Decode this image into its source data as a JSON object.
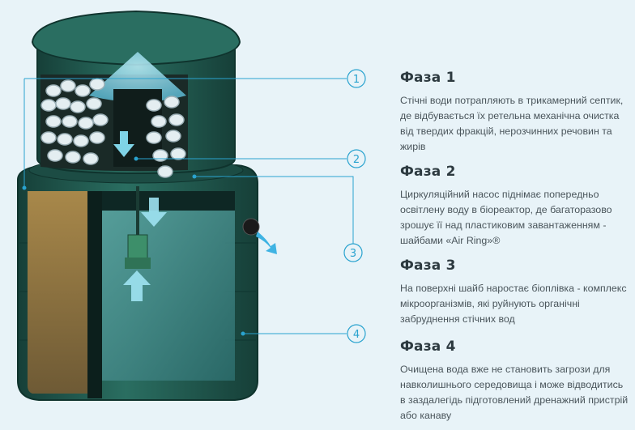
{
  "phases": [
    {
      "number": "1",
      "title": "Фаза 1",
      "text": "Стічні води потрапляють в трикамерний септик, де відбувається їх ретельна механічна очистка від твердих фракцій, нерозчинних речовин та жирів"
    },
    {
      "number": "2",
      "title": "Фаза 2",
      "text": "Циркуляційний насос піднімає попередньо освітлену воду в біореактор, де багаторазово зрошує її над пластиковим завантаженням - шайбами «Air Ring»®"
    },
    {
      "number": "3",
      "title": "Фаза 3",
      "text": "На поверхні шайб наростає біоплівка - комплекс мікроорганізмів, які руйнують органічні забруднення стічних вод"
    },
    {
      "number": "4",
      "title": "Фаза 4",
      "text": "Очищена вода вже не становить загрози для навколишнього середовища і може відводитись в заздалегідь підготовлений дренажний пристрій або канаву"
    }
  ],
  "colors": {
    "tank_green": "#1e5a4f",
    "tank_dark": "#133d36",
    "accent_blue": "#2aa3cf",
    "water": "#7fd3e6"
  }
}
